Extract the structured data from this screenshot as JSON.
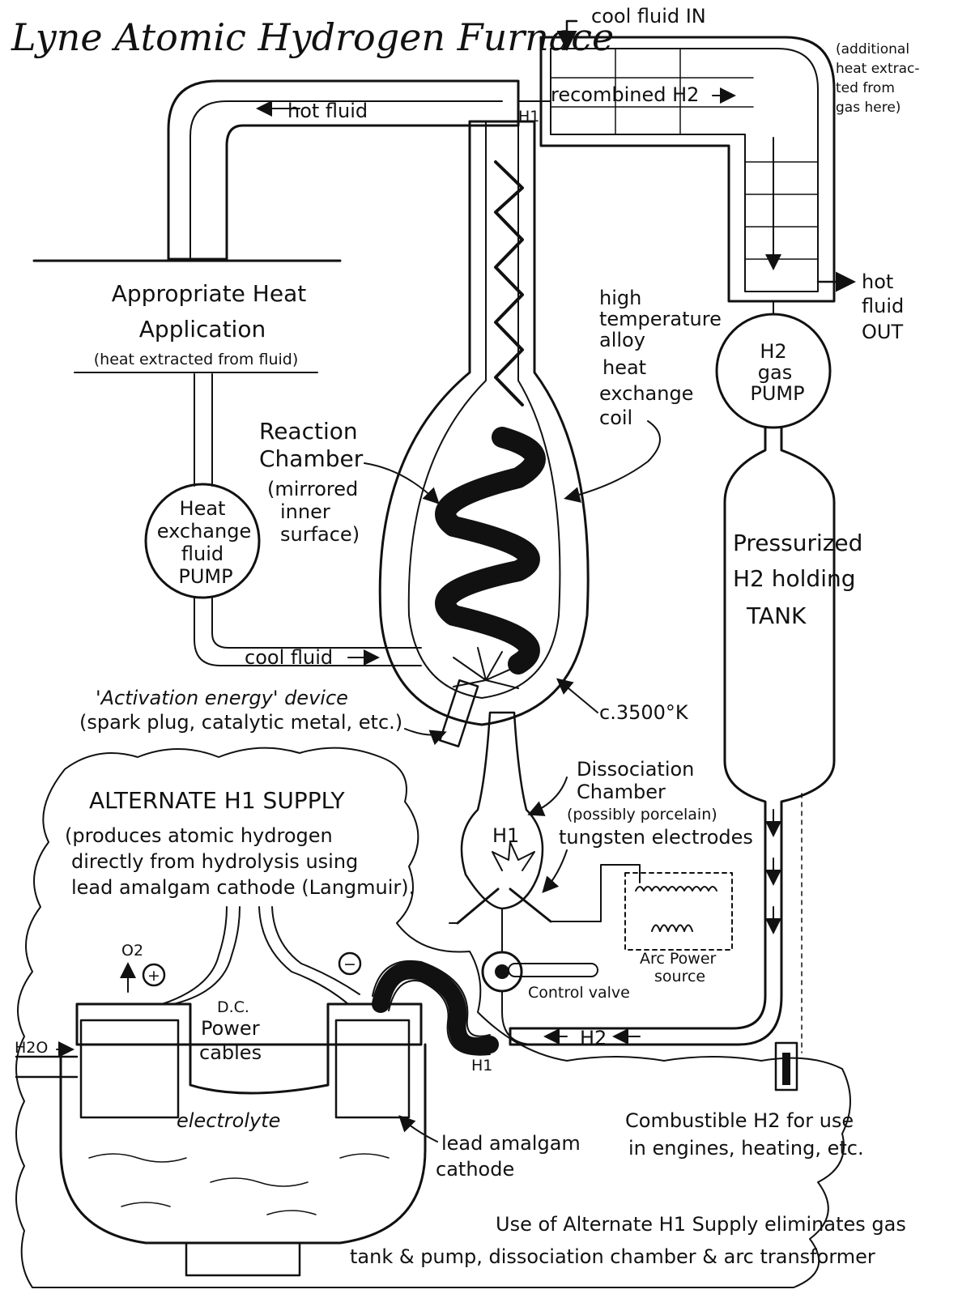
{
  "title": "Lyne Atomic Hydrogen Furnace",
  "labels": {
    "cool_fluid_in": "cool fluid IN",
    "additional_heat": [
      "(additional",
      "heat extrac-",
      "ted from",
      "gas here)"
    ],
    "hot_fluid_top": "hot fluid",
    "h1_top": "H1",
    "recombined": "recombined H2",
    "hot_fluid_out": [
      "hot",
      "fluid",
      "OUT"
    ],
    "heat_application": [
      "Appropriate Heat",
      "Application",
      "(heat extracted from fluid)"
    ],
    "coil": [
      "high",
      "temperature",
      "alloy",
      "heat",
      "exchange",
      "coil"
    ],
    "gas_pump": [
      "H2",
      "gas",
      "PUMP"
    ],
    "reaction_chamber": [
      "Reaction",
      "Chamber",
      "(mirrored",
      "inner",
      "surface)"
    ],
    "fluid_pump": [
      "Heat",
      "exchange",
      "fluid",
      "PUMP"
    ],
    "tank": [
      "Pressurized",
      "H2 holding",
      "TANK"
    ],
    "cool_fluid": "cool fluid",
    "activation": [
      "'Activation energy' device",
      "(spark plug, catalytic metal, etc.)"
    ],
    "temperature": "c.3500°K",
    "dissociation": [
      "Dissociation",
      "Chamber",
      "(possibly porcelain)",
      "tungsten electrodes"
    ],
    "h1_bulb": "H1",
    "alt_supply": [
      "ALTERNATE H1 SUPPLY",
      "(produces atomic hydrogen",
      "directly from hydrolysis using",
      "lead amalgam cathode (Langmuir)."
    ],
    "arc_power": [
      "Arc Power",
      "source"
    ],
    "control_valve": "Control valve",
    "o2": "O2",
    "plus": "+",
    "minus": "−",
    "dc_cables": [
      "D.C.",
      "Power",
      "cables"
    ],
    "h2o": "H2O",
    "h1_pipe": "H1",
    "h2_return": "H2",
    "electrolyte": "electrolyte",
    "cathode": [
      "lead amalgam",
      "cathode"
    ],
    "combustible": [
      "Combustible H2 for use",
      "in engines, heating, etc."
    ],
    "footer": [
      "Use of Alternate H1 Supply eliminates gas",
      "tank & pump, dissociation chamber & arc transformer"
    ]
  }
}
